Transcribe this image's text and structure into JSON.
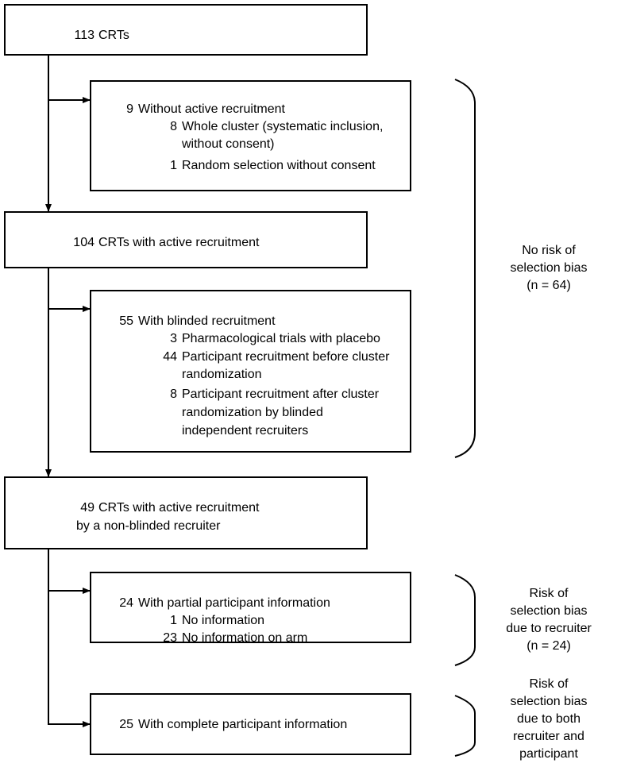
{
  "main_boxes": {
    "b1": {
      "num": "113",
      "text": "CRTs"
    },
    "b2": {
      "num": "104",
      "text": "CRTs with active recruitment"
    },
    "b3": {
      "num": "49",
      "line1": "CRTs with active recruitment",
      "line2": "by a non-blinded recruiter"
    }
  },
  "sub_boxes": {
    "s1": {
      "head_num": "9",
      "head": "Without active recruitment",
      "items": [
        {
          "num": "8",
          "lines": [
            "Whole cluster (systematic inclusion,",
            "without consent)"
          ]
        },
        {
          "num": "1",
          "lines": [
            "Random selection without consent"
          ]
        }
      ]
    },
    "s2": {
      "head_num": "55",
      "head": "With blinded recruitment",
      "items": [
        {
          "num": "3",
          "lines": [
            "Pharmacological trials with placebo"
          ]
        },
        {
          "num": "44",
          "lines": [
            "Participant recruitment before cluster",
            "randomization"
          ]
        },
        {
          "num": "8",
          "lines": [
            "Participant recruitment after cluster",
            "randomization by blinded",
            "independent recruiters"
          ]
        }
      ]
    },
    "s3": {
      "head_num": "24",
      "head": "With partial participant information",
      "items": [
        {
          "num": "1",
          "lines": [
            "No information"
          ]
        },
        {
          "num": "23",
          "lines": [
            "No information on arm"
          ]
        }
      ]
    },
    "s4": {
      "head_num": "25",
      "head": "With complete participant information"
    }
  },
  "side_labels": {
    "no_risk": {
      "l1": "No risk of",
      "l2": "selection bias",
      "l3": "(n = 64)"
    },
    "risk_recruiter": {
      "l1": "Risk of",
      "l2": "selection bias",
      "l3": "due to recruiter",
      "l4": "(n = 24)"
    },
    "risk_both": {
      "l1": "Risk of",
      "l2": "selection bias",
      "l3": "due to both",
      "l4": "recruiter and",
      "l5": "participant"
    }
  }
}
